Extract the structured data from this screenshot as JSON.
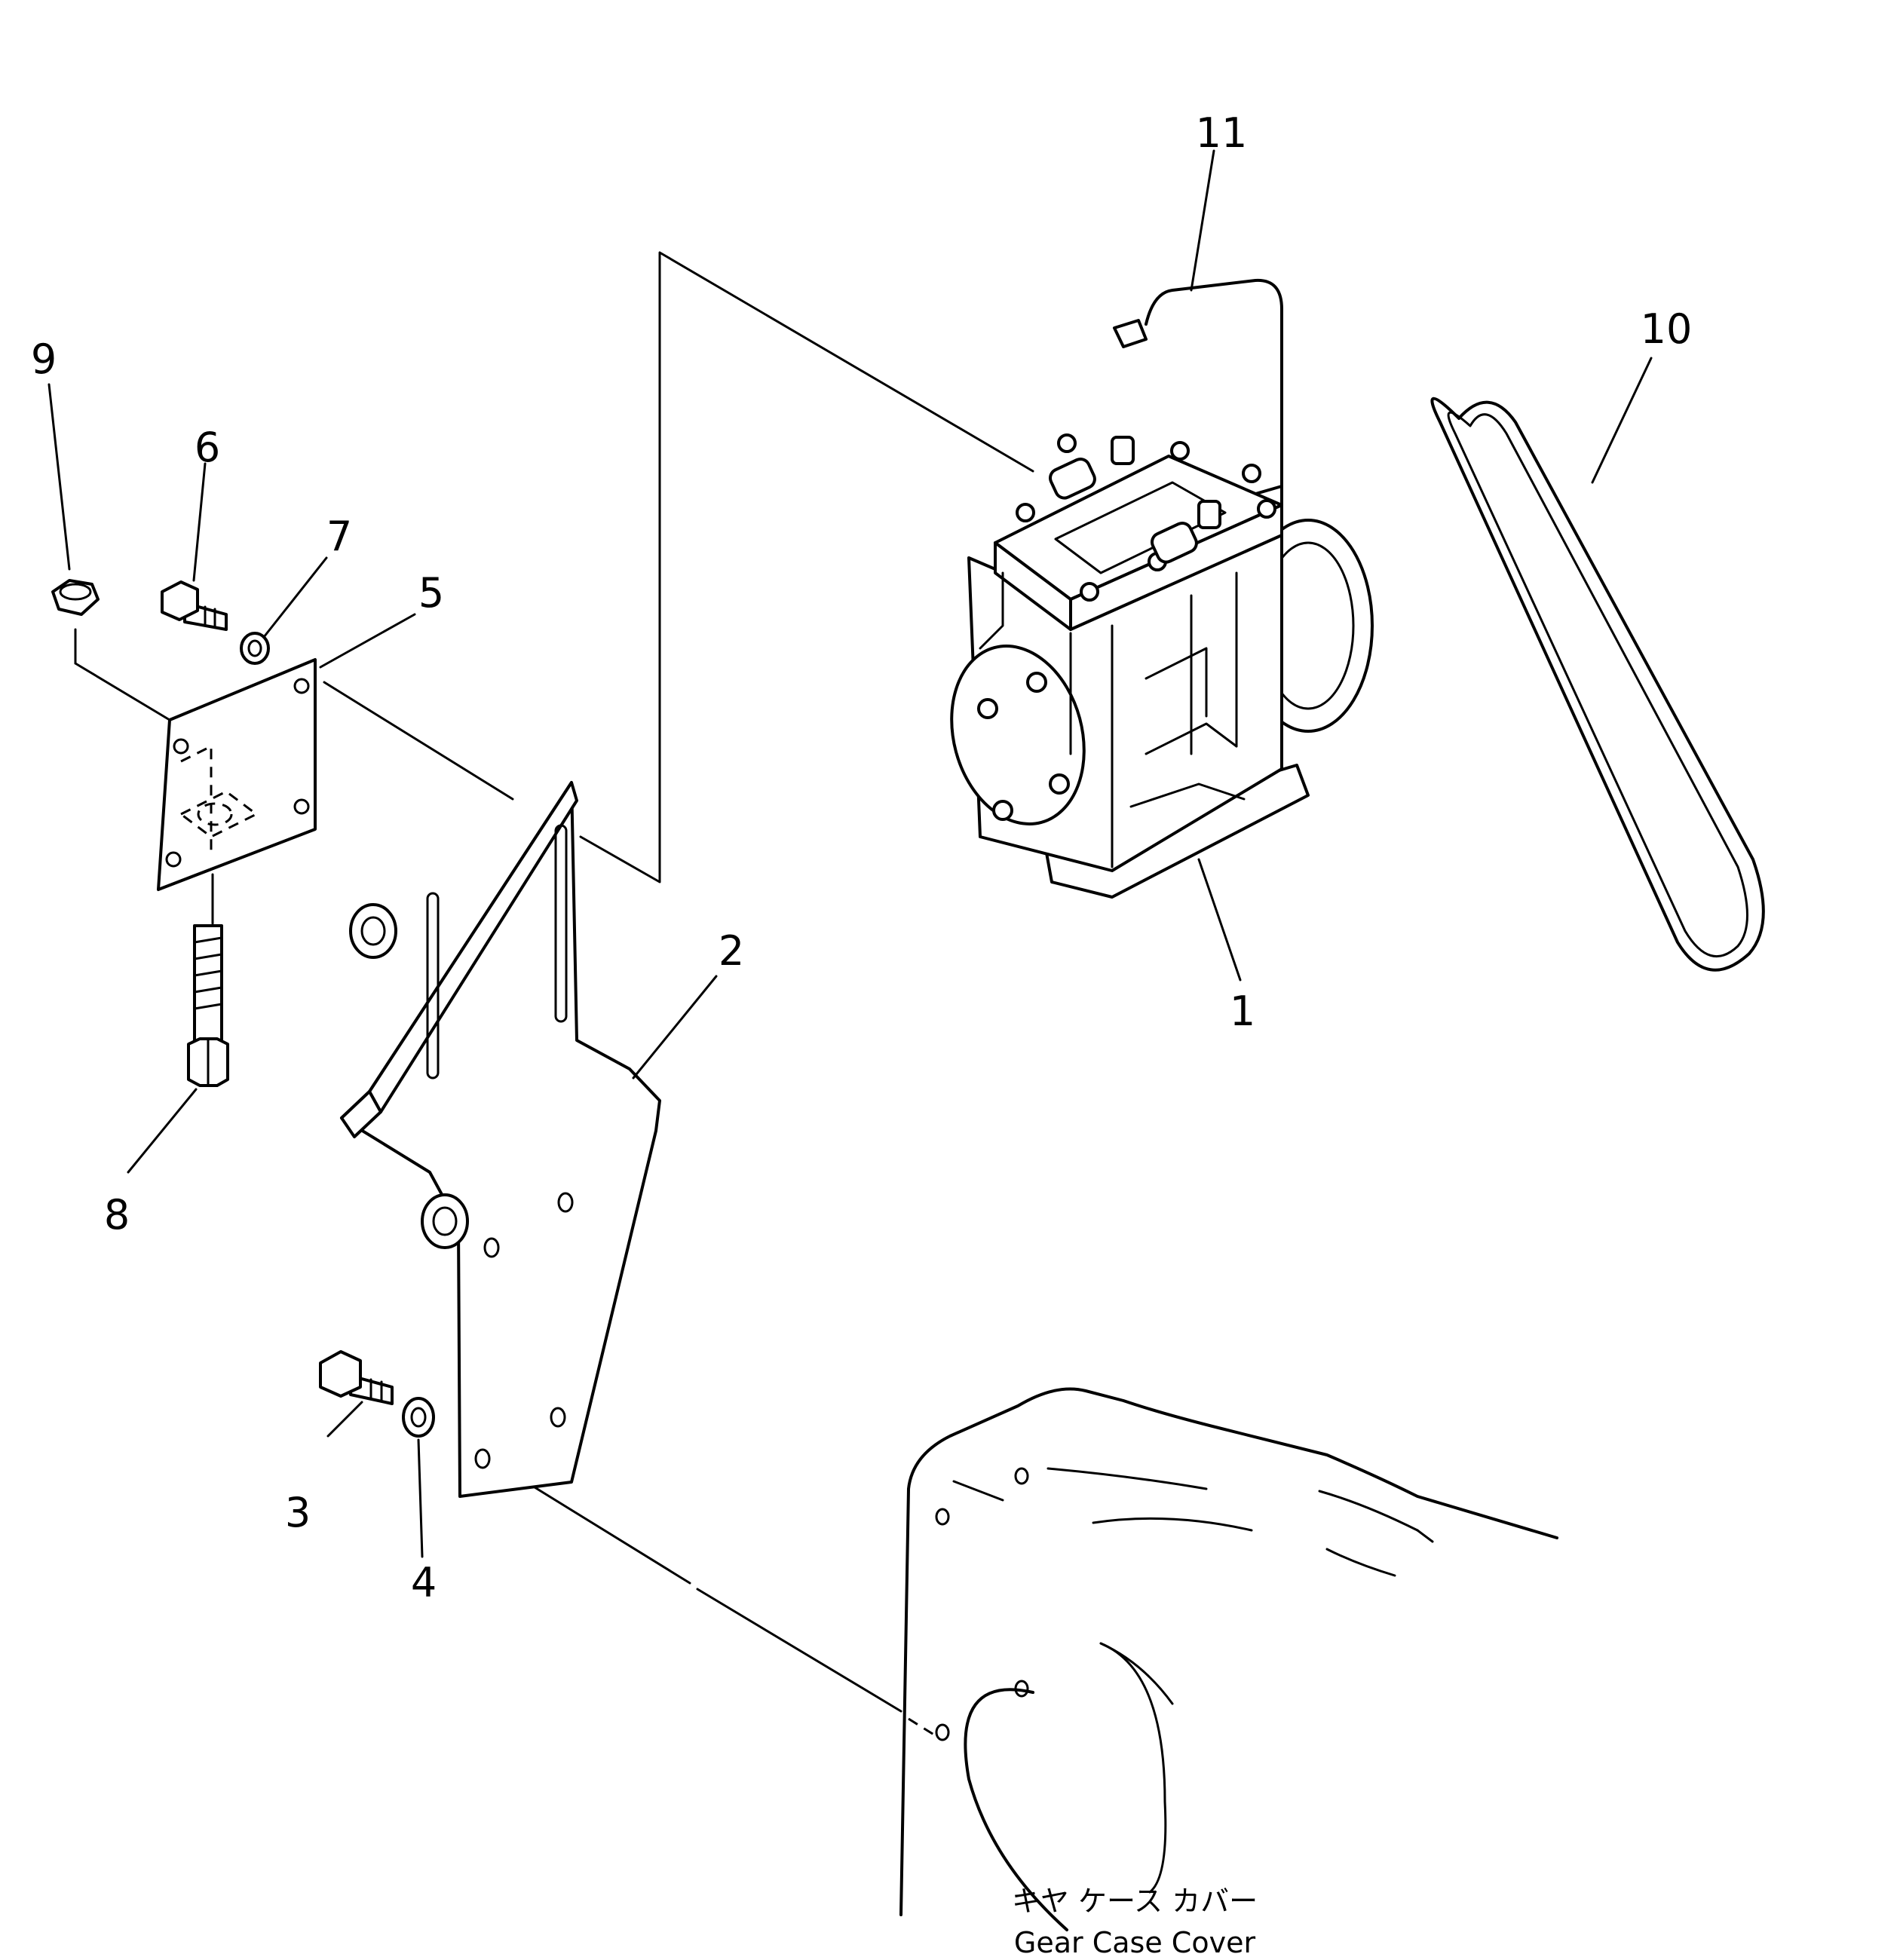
{
  "callouts": {
    "c1": "1",
    "c2": "2",
    "c3": "3",
    "c4": "4",
    "c5": "5",
    "c6": "6",
    "c7": "7",
    "c8": "8",
    "c9": "9",
    "c10": "10",
    "c11": "11"
  },
  "caption": {
    "japanese": "キヤ ケース カバー",
    "english": "Gear Case Cover"
  }
}
